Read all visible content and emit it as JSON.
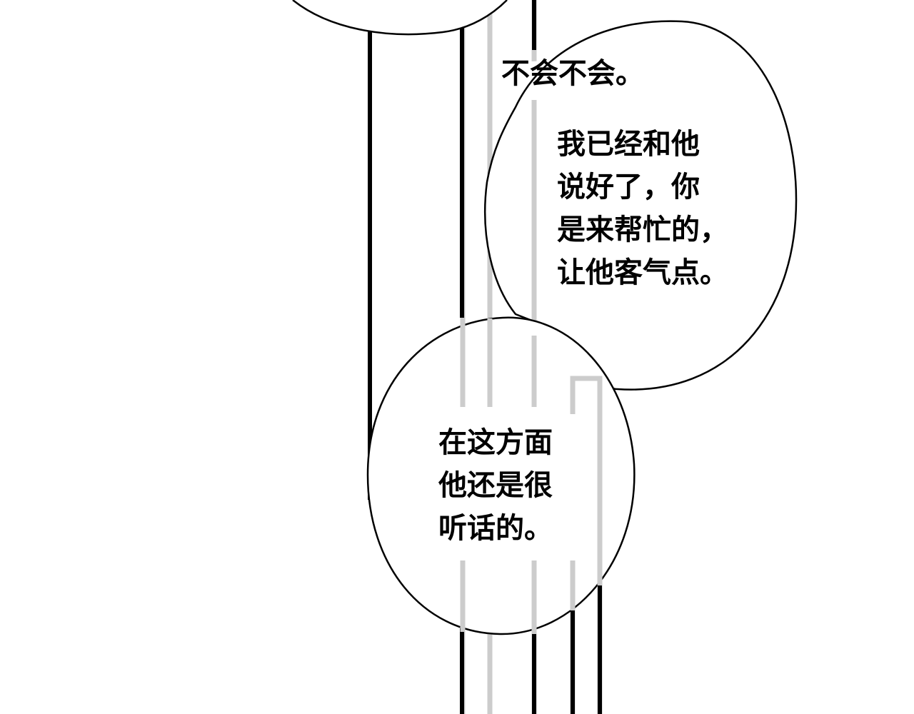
{
  "comic": {
    "bubbles": [
      {
        "lines": [
          "不会不会。"
        ]
      },
      {
        "lines": [
          "我已经和他",
          "说好了，你",
          "是来帮忙的，",
          "让他客气点。"
        ]
      },
      {
        "lines": [
          "在这方面",
          "他还是很",
          "听话的。"
        ]
      }
    ]
  }
}
